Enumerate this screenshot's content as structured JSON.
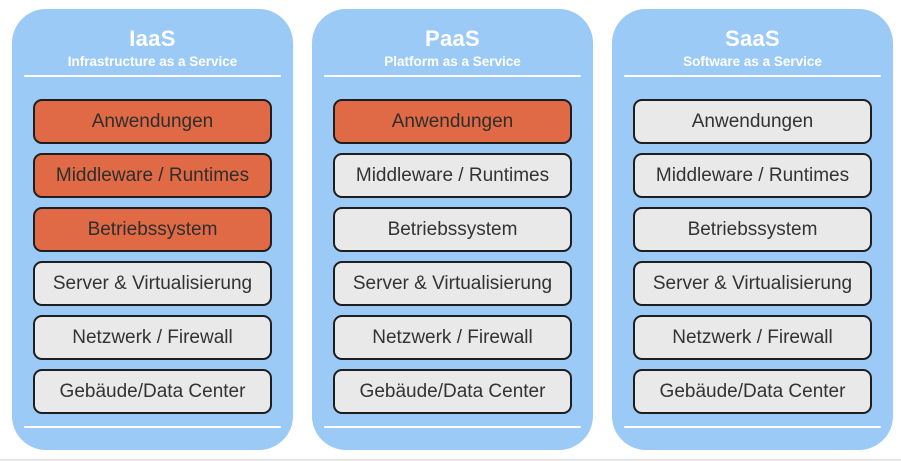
{
  "colors": {
    "panel-blue": "#9CCAF7",
    "highlight-orange": "#E06A45",
    "neutral-gray": "#E9E9E9",
    "box-border": "#1E1E1E",
    "box-text": "#333333",
    "box-text-highlight": "#2E2E2E",
    "header-text": "#FFFFFF",
    "divider": "#FFFFFF",
    "page-edge": "#E7E7E7"
  },
  "columns": [
    {
      "id": "iaas",
      "title": "IaaS",
      "subtitle": "Infrastructure as a Service",
      "layers": [
        {
          "label": "Anwendungen",
          "highlighted": true
        },
        {
          "label": "Middleware / Runtimes",
          "highlighted": true
        },
        {
          "label": "Betriebssystem",
          "highlighted": true
        },
        {
          "label": "Server & Virtualisierung",
          "highlighted": false
        },
        {
          "label": "Netzwerk / Firewall",
          "highlighted": false
        },
        {
          "label": "Gebäude/Data Center",
          "highlighted": false
        }
      ]
    },
    {
      "id": "paas",
      "title": "PaaS",
      "subtitle": "Platform as a Service",
      "layers": [
        {
          "label": "Anwendungen",
          "highlighted": true
        },
        {
          "label": "Middleware / Runtimes",
          "highlighted": false
        },
        {
          "label": "Betriebssystem",
          "highlighted": false
        },
        {
          "label": "Server & Virtualisierung",
          "highlighted": false
        },
        {
          "label": "Netzwerk / Firewall",
          "highlighted": false
        },
        {
          "label": "Gebäude/Data Center",
          "highlighted": false
        }
      ]
    },
    {
      "id": "saas",
      "title": "SaaS",
      "subtitle": "Software as a Service",
      "layers": [
        {
          "label": "Anwendungen",
          "highlighted": false
        },
        {
          "label": "Middleware / Runtimes",
          "highlighted": false
        },
        {
          "label": "Betriebssystem",
          "highlighted": false
        },
        {
          "label": "Server & Virtualisierung",
          "highlighted": false
        },
        {
          "label": "Netzwerk / Firewall",
          "highlighted": false
        },
        {
          "label": "Gebäude/Data Center",
          "highlighted": false
        }
      ]
    }
  ]
}
